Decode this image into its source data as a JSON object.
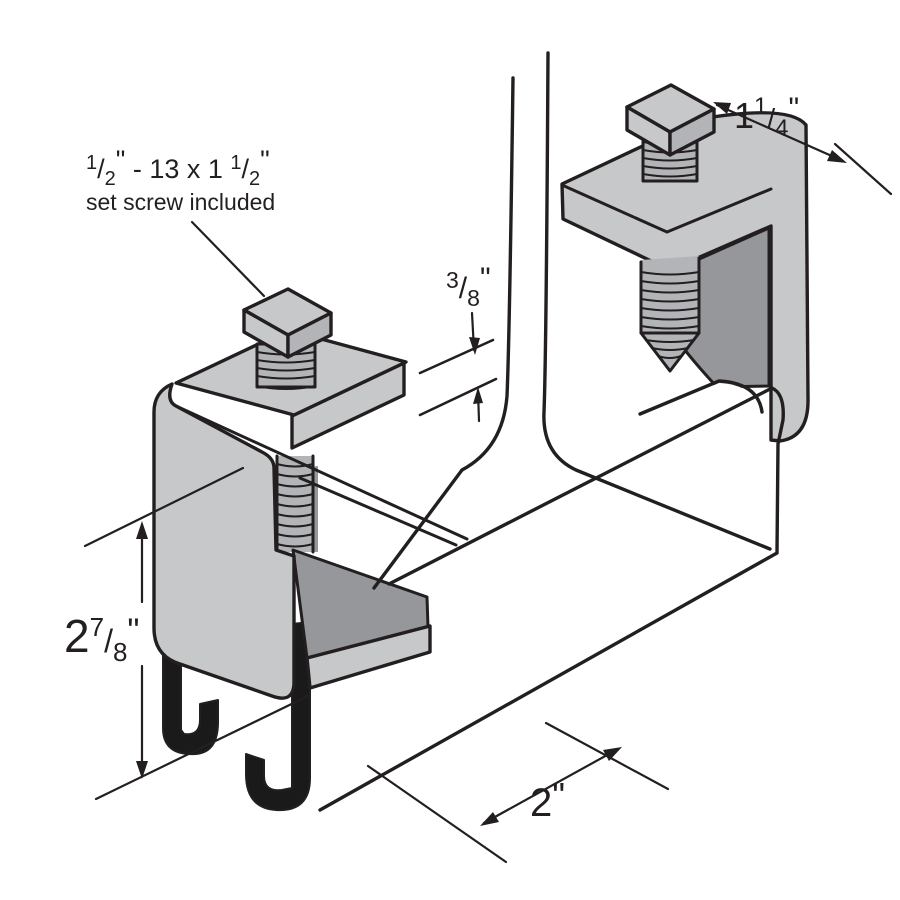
{
  "diagram": {
    "type": "isometric-technical-illustration",
    "subject": "Beam clamps with set screws installed on the bottom flange of an I-beam",
    "colors": {
      "outline": "#231f20",
      "steel_light": "#c7c8ca",
      "steel_mid": "#b3b4b7",
      "steel_dark": "#95979a",
      "hook_black": "#1a1a1a",
      "background": "#ffffff"
    },
    "callouts": {
      "set_screw_note": {
        "frac1_num": "1",
        "frac1_slash": "/",
        "frac1_den": "2",
        "quote1": "\"",
        "middle": " - 13 x 1 ",
        "frac2_num": "1",
        "frac2_slash": "/",
        "frac2_den": "2",
        "quote2": "\"",
        "line2": "set screw included"
      },
      "dim_top_width": {
        "whole": "1",
        "num": "1",
        "slash": "/",
        "den": "4",
        "quote": "\""
      },
      "dim_jaw_opening": {
        "num": "3",
        "slash": "/",
        "den": "8",
        "quote": "\""
      },
      "dim_height": {
        "whole": "2",
        "num": "7",
        "slash": "/",
        "den": "8",
        "quote": "\""
      },
      "dim_base_length": {
        "whole": "2",
        "quote": "\""
      }
    }
  }
}
